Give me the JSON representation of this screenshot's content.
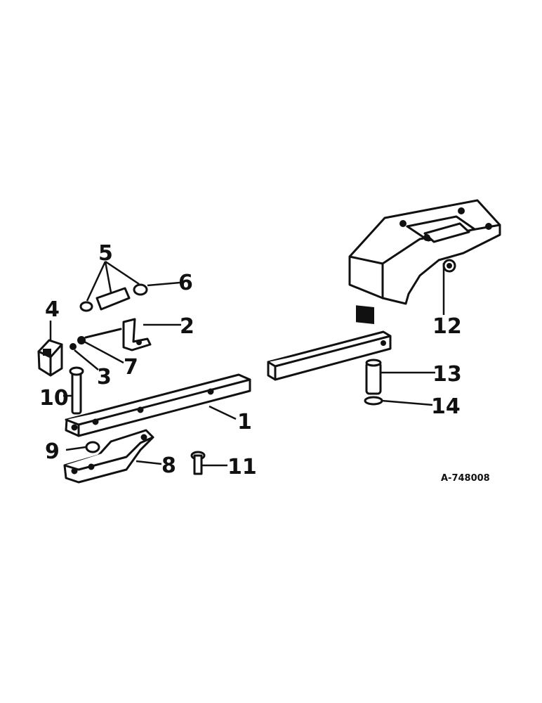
{
  "callouts": {
    "c1": "1",
    "c2": "2",
    "c3": "3",
    "c4": "4",
    "c5": "5",
    "c6": "6",
    "c7": "7",
    "c8": "8",
    "c9": "9",
    "c10": "10",
    "c11": "11",
    "c12": "12",
    "c13": "13",
    "c14": "14"
  },
  "drawing_code": "A-748008"
}
